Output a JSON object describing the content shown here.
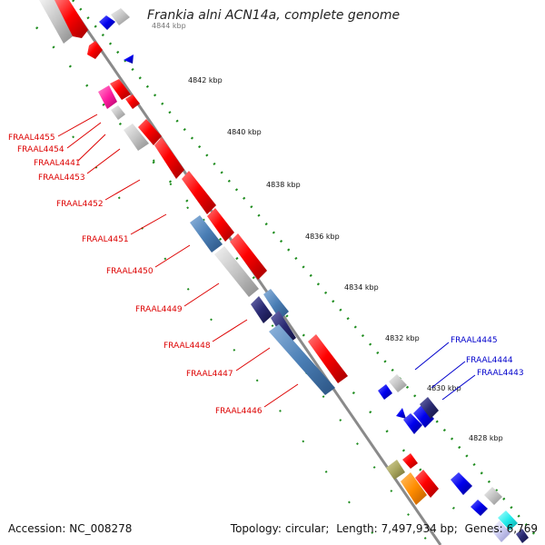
{
  "title": "Frankia alni ACN14a, complete genome",
  "accession_label": "Accession:",
  "accession": "NC_008278",
  "topology_label": "Topology:",
  "topology": "circular;",
  "length_label": "Length:",
  "length": "7,497,934 bp;",
  "genes_label": "Genes:",
  "genes": "6,769",
  "colors": {
    "background": "#ffffff",
    "backbone": "#808080",
    "tick": "#1e8c1e",
    "red_gene": "#ff0000",
    "blue_gene": "#0000ee",
    "steel_gene": "#4a7eb5",
    "gray_gene": "#bdbdbd",
    "label_red": "#dd0000",
    "label_blue": "#0000cc"
  },
  "ruler_labels": [
    "4844 kbp",
    "4842 kbp",
    "4840 kbp",
    "4838 kbp",
    "4836 kbp",
    "4834 kbp",
    "4832 kbp",
    "4830 kbp",
    "4828 kbp"
  ],
  "gene_labels_red": [
    "FRAAL4455",
    "FRAAL4454",
    "FRAAL4441",
    "FRAAL4453",
    "FRAAL4452",
    "FRAAL4451",
    "FRAAL4450",
    "FRAAL4449",
    "FRAAL4448",
    "FRAAL4447",
    "FRAAL4446"
  ],
  "gene_labels_blue": [
    "FRAAL4445",
    "FRAAL4444",
    "FRAAL4443"
  ]
}
